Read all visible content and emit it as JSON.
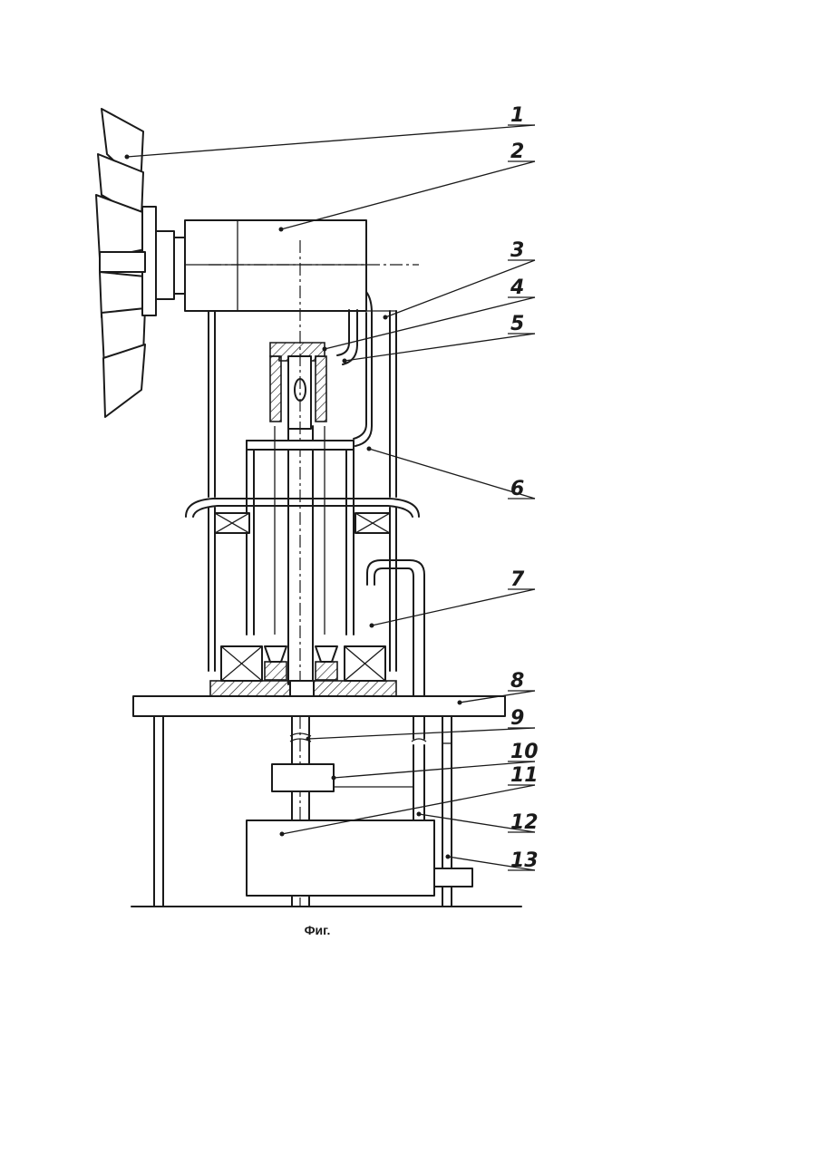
{
  "figure": {
    "caption": "Фиг.",
    "labels": [
      "1",
      "2",
      "3",
      "4",
      "5",
      "6",
      "7",
      "8",
      "9",
      "10",
      "11",
      "12",
      "13"
    ]
  },
  "colors": {
    "ink": "#1a1a1a",
    "paper": "#ffffff"
  }
}
